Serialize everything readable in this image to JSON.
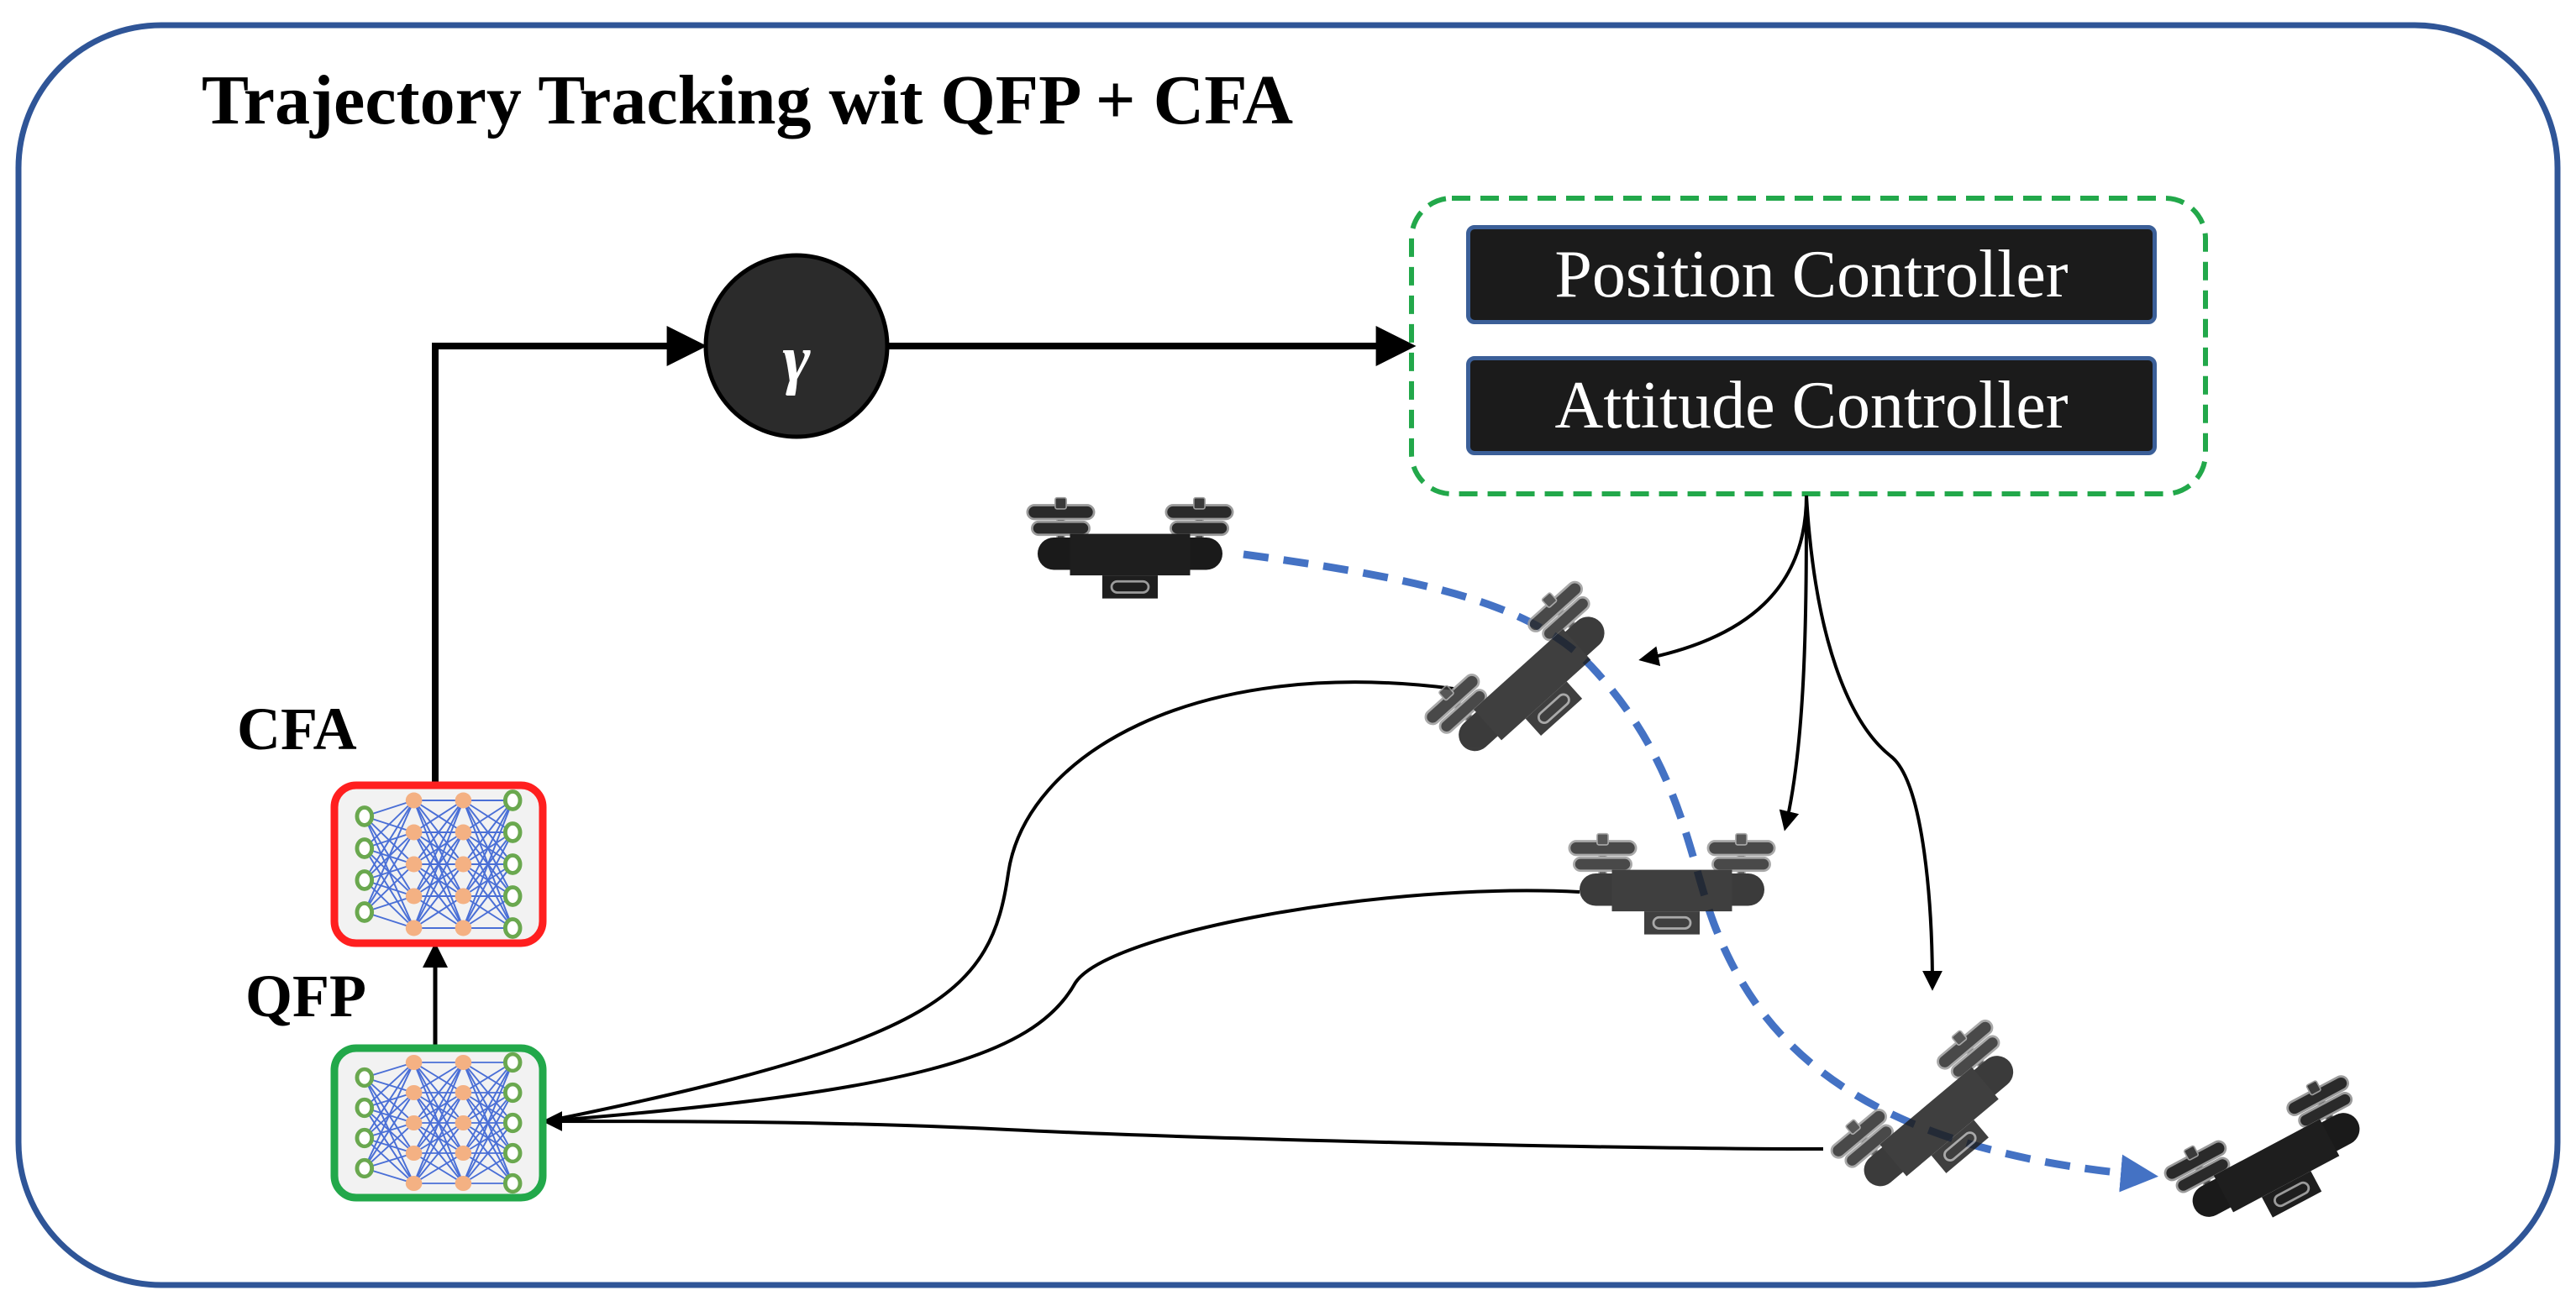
{
  "diagram": {
    "title": "Trajectory Tracking wit QFP + CFA",
    "gamma_symbol": "γ",
    "controllers": {
      "position_label": "Position Controller",
      "attitude_label": "Attitude Controller"
    },
    "networks": {
      "cfa_label": "CFA",
      "qfp_label": "QFP"
    }
  },
  "colors": {
    "outer_border": "#2f5597",
    "controller_group_border": "#22a84a",
    "cfa_border": "#ff1f1f",
    "qfp_border": "#22a84a",
    "trajectory": "#4472c4",
    "neuron_green": "#6aa84f",
    "neuron_orange": "#f4b183",
    "net_edges": "#4a6fd6",
    "gamma_fill": "#2b2b2b"
  },
  "icons": [
    "drone-icon",
    "neural-network-icon"
  ]
}
